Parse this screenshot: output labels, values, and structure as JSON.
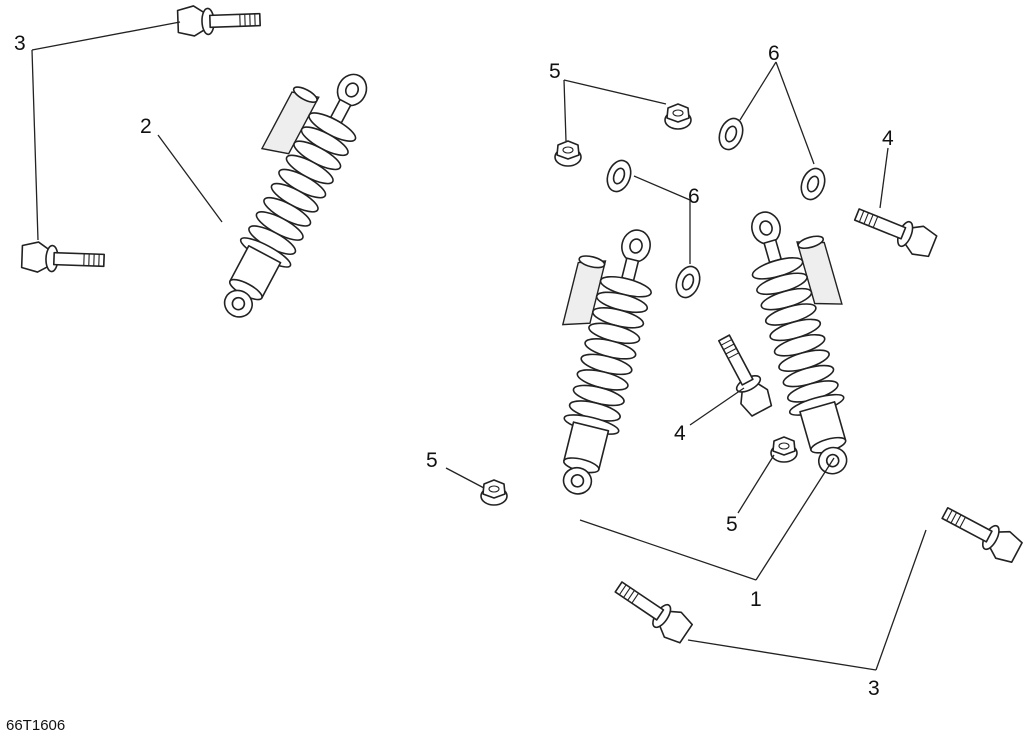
{
  "callouts": {
    "c1": "1",
    "c2": "2",
    "c3a": "3",
    "c3b": "3",
    "c4a": "4",
    "c4b": "4",
    "c5a": "5",
    "c5b": "5",
    "c5c": "5",
    "c6a": "6",
    "c6b": "6"
  },
  "figure_code": "66T1606"
}
